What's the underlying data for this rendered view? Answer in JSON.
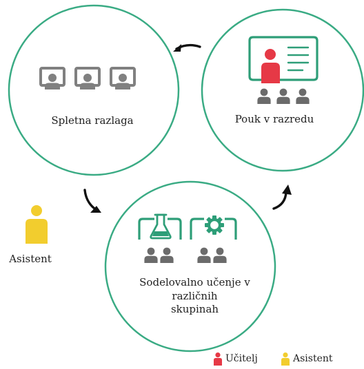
{
  "diagram": {
    "nodes": {
      "online": "Spletna razlaga",
      "classroom": "Pouk v razredu",
      "collab": "Sodelovalno učenje v",
      "collab_line2": "različnih",
      "collab_line3": "skupinah"
    },
    "assistant_label": "Asistent"
  },
  "legend": {
    "teacher": "Učitelj",
    "assistant": "Asistent"
  },
  "colors": {
    "circle_stroke": "#3aab84",
    "frame": "#2e9e78",
    "person_gray": "#6b6b6b",
    "screen_gray": "#808080",
    "teacher": "#e63946",
    "assistant": "#f2cd2e",
    "arrow": "#111111"
  },
  "icons": [
    "monitor-person-icon",
    "whiteboard-icon",
    "teacher-icon",
    "flask-icon",
    "gear-icon",
    "group-person-icon",
    "assistant-icon",
    "cycle-arrow-icon"
  ]
}
